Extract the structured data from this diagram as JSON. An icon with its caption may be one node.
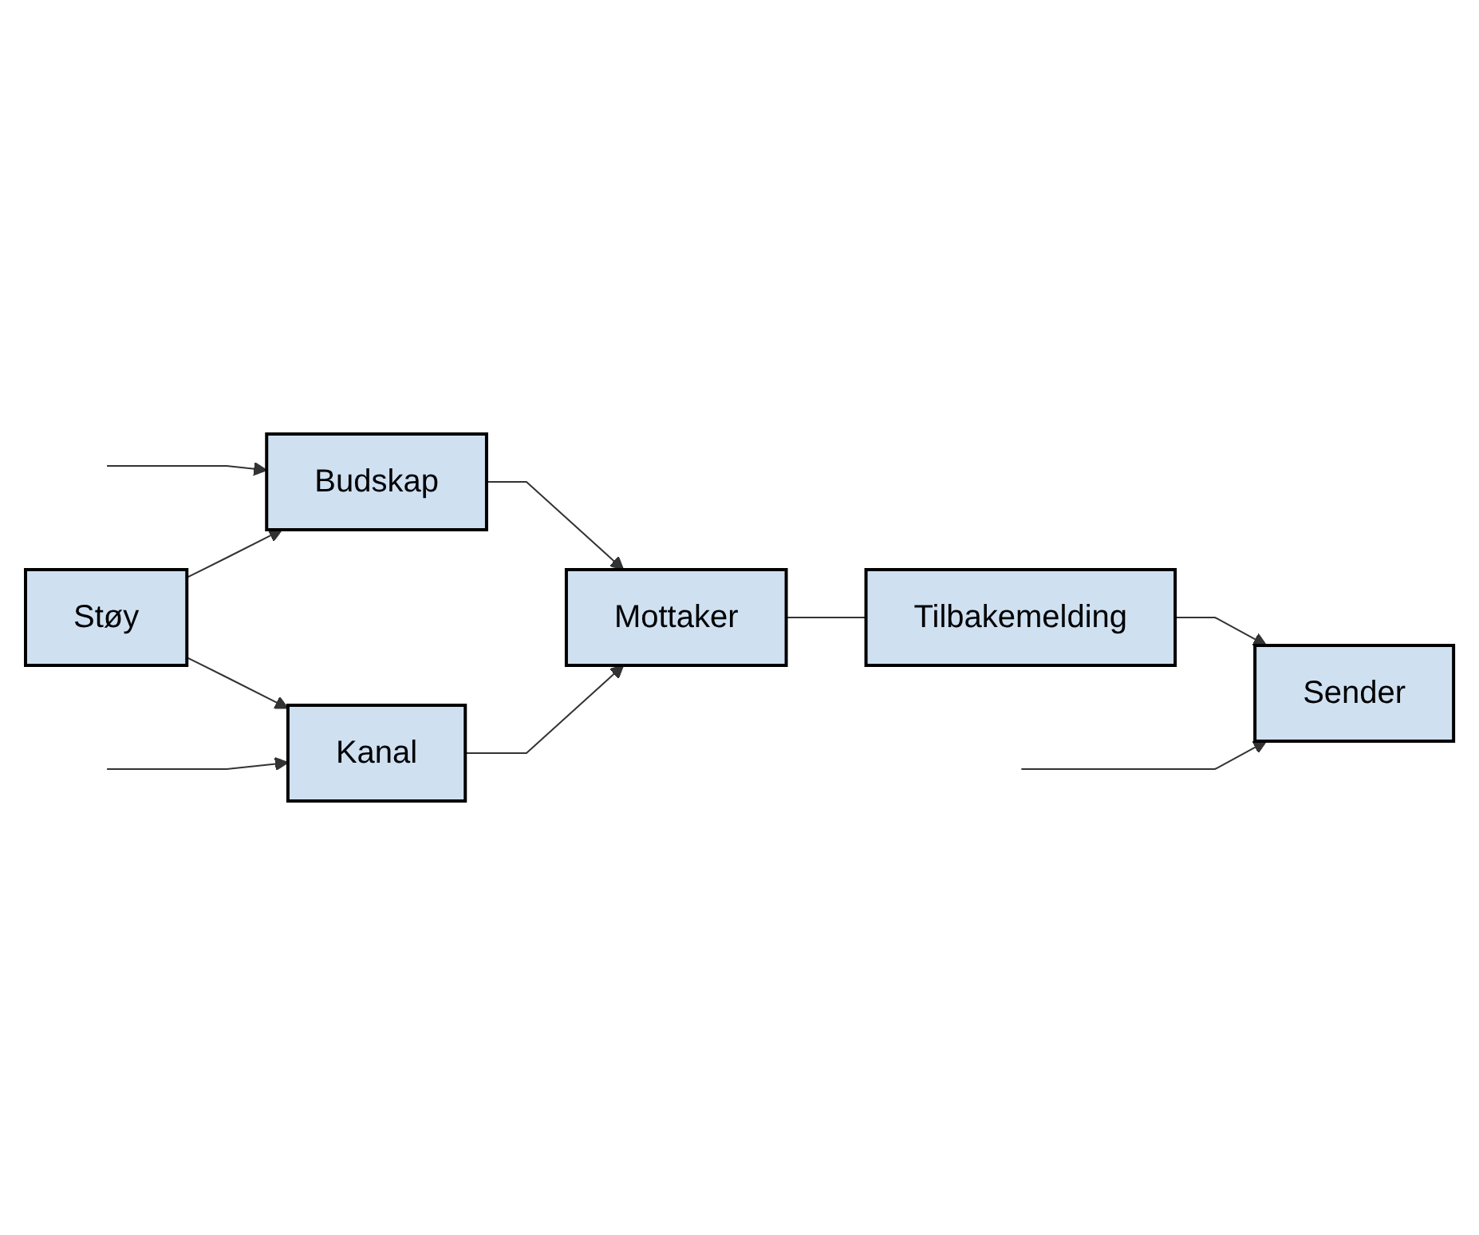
{
  "diagram": {
    "nodes": [
      {
        "text": [
          "Budskap"
        ]
      },
      {
        "text": [
          "Sender"
        ]
      },
      {
        "text": [
          "Støy"
        ]
      },
      {
        "text": [
          "Mottaker"
        ]
      },
      {
        "text": [
          "Kanal"
        ]
      },
      {
        "text": [
          "Tilbakemelding"
        ]
      }
    ],
    "edges": [
      {
        "from": null,
        "to": 1,
        "arrow": "to"
      },
      {
        "from": null,
        "to": 0,
        "arrow": "to"
      },
      {
        "from": null,
        "to": 4,
        "arrow": "to"
      },
      {
        "from": 2,
        "to": 0,
        "arrow": "to"
      },
      {
        "from": 2,
        "to": 4,
        "arrow": "to"
      },
      {
        "from": 0,
        "to": 3,
        "arrow": "to"
      },
      {
        "from": 4,
        "to": 3,
        "arrow": "to"
      },
      {
        "from": 3,
        "to": 5,
        "arrow": "none"
      },
      {
        "from": 5,
        "to": 1,
        "arrow": "to"
      }
    ]
  }
}
